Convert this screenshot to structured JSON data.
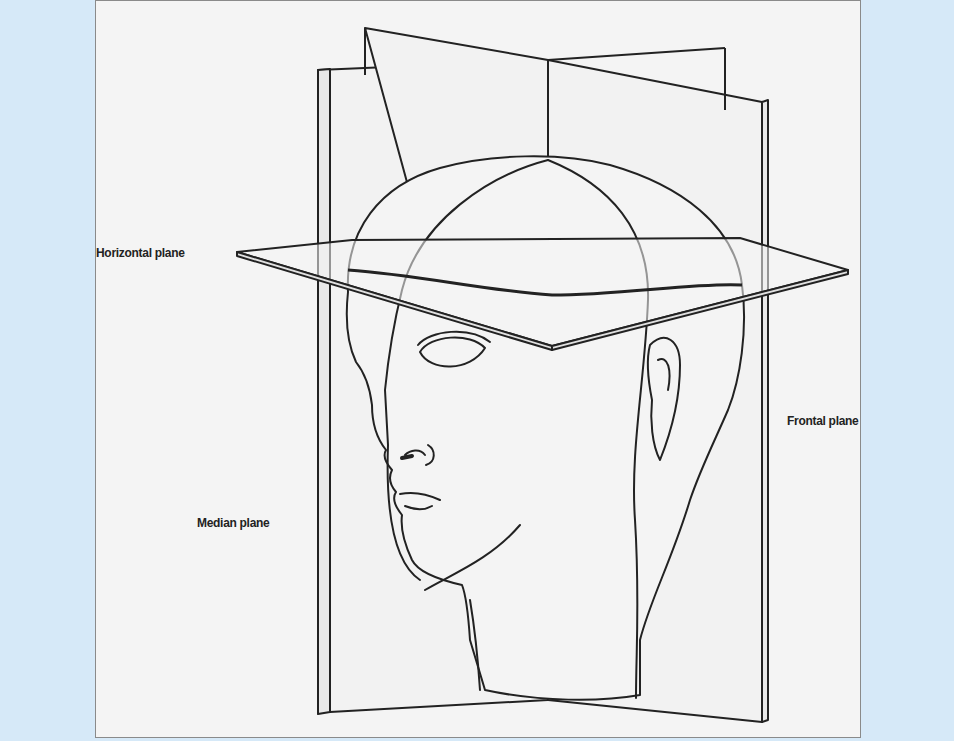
{
  "diagram": {
    "labels": [
      "Horizontal plane",
      "Frontal plane",
      "Median plane"
    ]
  }
}
